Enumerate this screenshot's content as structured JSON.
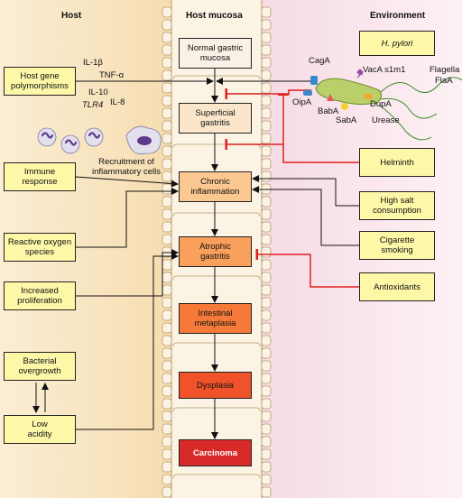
{
  "columns": {
    "host": "Host",
    "mucosa": "Host mucosa",
    "environment": "Environment"
  },
  "stages": [
    {
      "id": "normal",
      "label": "Normal gastric\nmucosa",
      "color": "#f9f1e6",
      "text_color": "#111111"
    },
    {
      "id": "superficial",
      "label": "Superficial\ngastritis",
      "color": "#fbe6cc",
      "text_color": "#111111"
    },
    {
      "id": "chronic",
      "label": "Chronic\ninflammation",
      "color": "#fcc891",
      "text_color": "#111111"
    },
    {
      "id": "atrophic",
      "label": "Atrophic\ngastritis",
      "color": "#f9a05c",
      "text_color": "#111111"
    },
    {
      "id": "intestinal",
      "label": "Intestinal\nmetaplasia",
      "color": "#f57a3a",
      "text_color": "#111111"
    },
    {
      "id": "dysplasia",
      "label": "Dysplasia",
      "color": "#f0532a",
      "text_color": "#111111"
    },
    {
      "id": "carcinoma",
      "label": "Carcinoma",
      "color": "#d92a2a",
      "text_color": "#ffffff"
    }
  ],
  "host_factors": [
    {
      "id": "host-gene",
      "label": "Host gene\npolymorphisms"
    },
    {
      "id": "immune",
      "label": "Immune\nresponse"
    },
    {
      "id": "ros",
      "label": "Reactive oxygen\nspecies"
    },
    {
      "id": "prolif",
      "label": "Increased\nproliferation"
    },
    {
      "id": "bacterial",
      "label": "Bacterial\novergrowth"
    },
    {
      "id": "low-acid",
      "label": "Low\nacidity"
    }
  ],
  "env_factors": [
    {
      "id": "hpylori",
      "label": "H. pylori"
    },
    {
      "id": "helminth",
      "label": "Helminth"
    },
    {
      "id": "salt",
      "label": "High salt\nconsumption"
    },
    {
      "id": "smoking",
      "label": "Cigarette\nsmoking"
    },
    {
      "id": "antiox",
      "label": "Antioxidants"
    }
  ],
  "gene_labels": {
    "il1b": "IL-1β",
    "tnfa": "TNF-α",
    "il10": "IL-10",
    "tlr4": "TLR4",
    "il8": "IL-8"
  },
  "recruitment_label": "Recruitment of\ninflammatory cells",
  "virulence_labels": {
    "caga": "CagA",
    "vaca": "VacA s1m1",
    "flagella": "Flagella",
    "flaa": "FlaA",
    "oipa": "OipA",
    "babA": "BabA",
    "saba": "SabA",
    "dupa": "DupA",
    "urease": "Urease"
  },
  "colors": {
    "inhibit": "#e02020",
    "arrow": "#111111",
    "host_bg": "#f6ddb0",
    "env_bg": "#f6dbe4",
    "mucosa_bg": "#fbf3e3",
    "box_yellow": "#fdf7a8"
  }
}
